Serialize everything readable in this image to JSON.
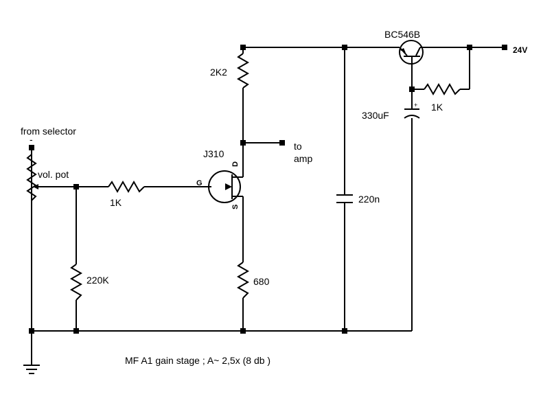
{
  "labels": {
    "from_selector": "from selector",
    "vol_pot": "vol. pot",
    "r_gate": "1K",
    "r_gate_bias": "220K",
    "jfet": "J310",
    "gate_pin": "G",
    "drain_pin": "D",
    "source_pin": "S",
    "r_drain": "2K2",
    "r_source": "680",
    "to": "to",
    "amp": "amp",
    "c_filter": "220n",
    "transistor": "BC546B",
    "supply": "24V",
    "r_base": "1K",
    "c_base": "330uF",
    "c_base_plus": "+",
    "input_minus": "-",
    "caption": "MF A1 gain stage ; A~ 2,5x  (8 db )"
  }
}
